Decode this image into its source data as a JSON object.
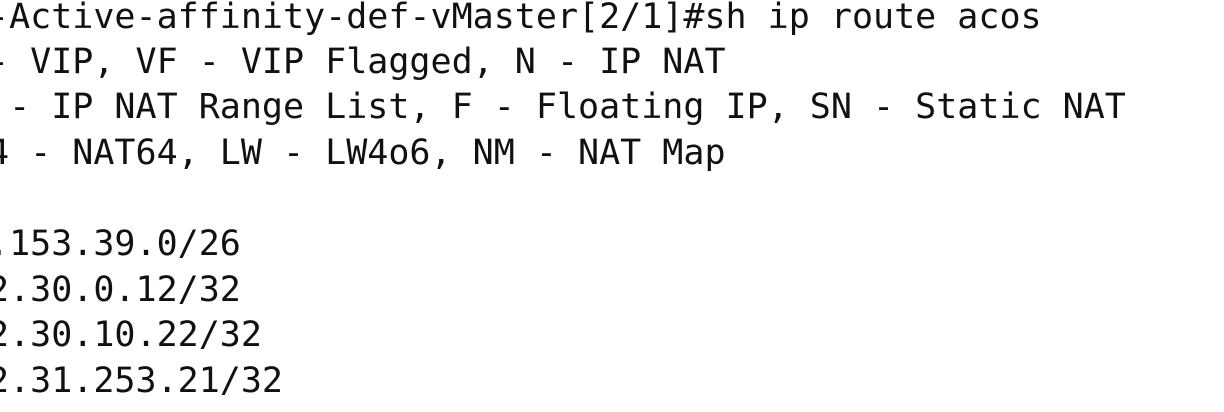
{
  "terminal": {
    "lines": [
      "-Active-affinity-def-vMaster[2/1]#sh ip route acos",
      "- VIP, VF - VIP Flagged, N - IP NAT",
      " - IP NAT Range List, F - Floating IP, SN - Static NAT",
      "4 - NAT64, LW - LW4o6, NM - NAT Map",
      "",
      ".153.39.0/26",
      "2.30.0.12/32",
      "2.30.10.22/32",
      "2.31.253.21/32"
    ],
    "colors": {
      "background": "#ffffff",
      "text": "#111111"
    }
  }
}
